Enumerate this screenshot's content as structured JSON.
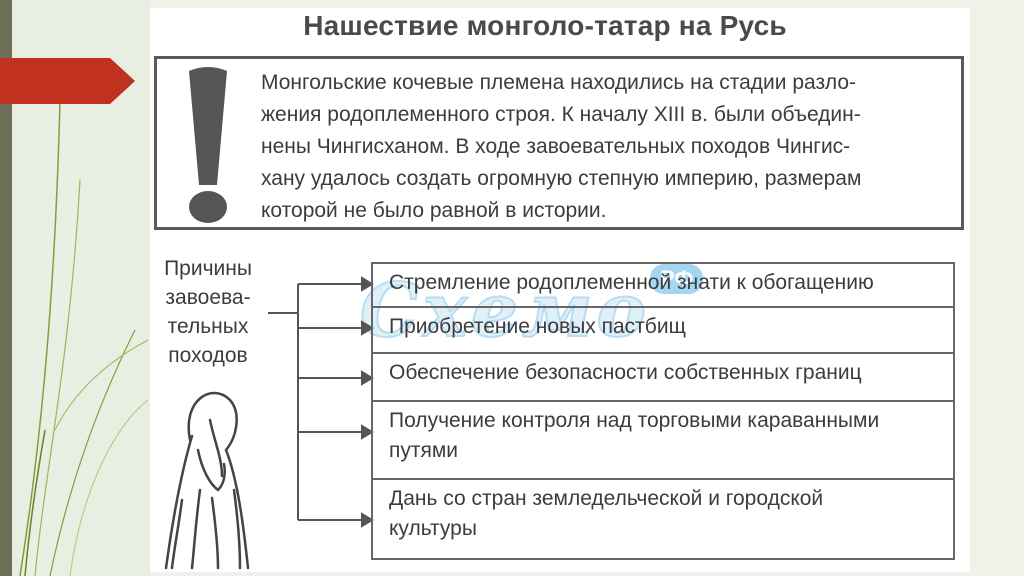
{
  "title": "Нашествие монголо-татар на Русь",
  "note": {
    "lines": [
      "Монгольские кочевые племена находились на стадии разло-",
      "жения родоплеменного строя. К началу XIII в. были объедин-",
      "нены Чингисханом. В ходе завоевательных походов Чингис-",
      "хану удалось создать огромную степную империю, размерам",
      "которой не было равной в истории."
    ]
  },
  "causes_label": [
    "Причины",
    "завоева-",
    "тельных",
    "походов"
  ],
  "causes": [
    {
      "line1": "Стремление родоплеменной знати к обогащению",
      "line2": ""
    },
    {
      "line1": "Приобретение новых пастбищ",
      "line2": ""
    },
    {
      "line1": "Обеспечение безопасности собственных границ",
      "line2": ""
    },
    {
      "line1": "Получение контроля над торговыми караванными",
      "line2": "путями"
    },
    {
      "line1": "Дань со стран земледельческой и городской",
      "line2": "культуры"
    }
  ],
  "watermark": {
    "text": "Схемо",
    "suffix": "РФ"
  },
  "colors": {
    "accent_arrow": "#c0321f",
    "side_stripe": "#6f6f57",
    "lines": "#8a9a3a"
  },
  "icons": [
    "exclamation-icon",
    "grieving-figure-icon",
    "red-arrow-icon"
  ]
}
